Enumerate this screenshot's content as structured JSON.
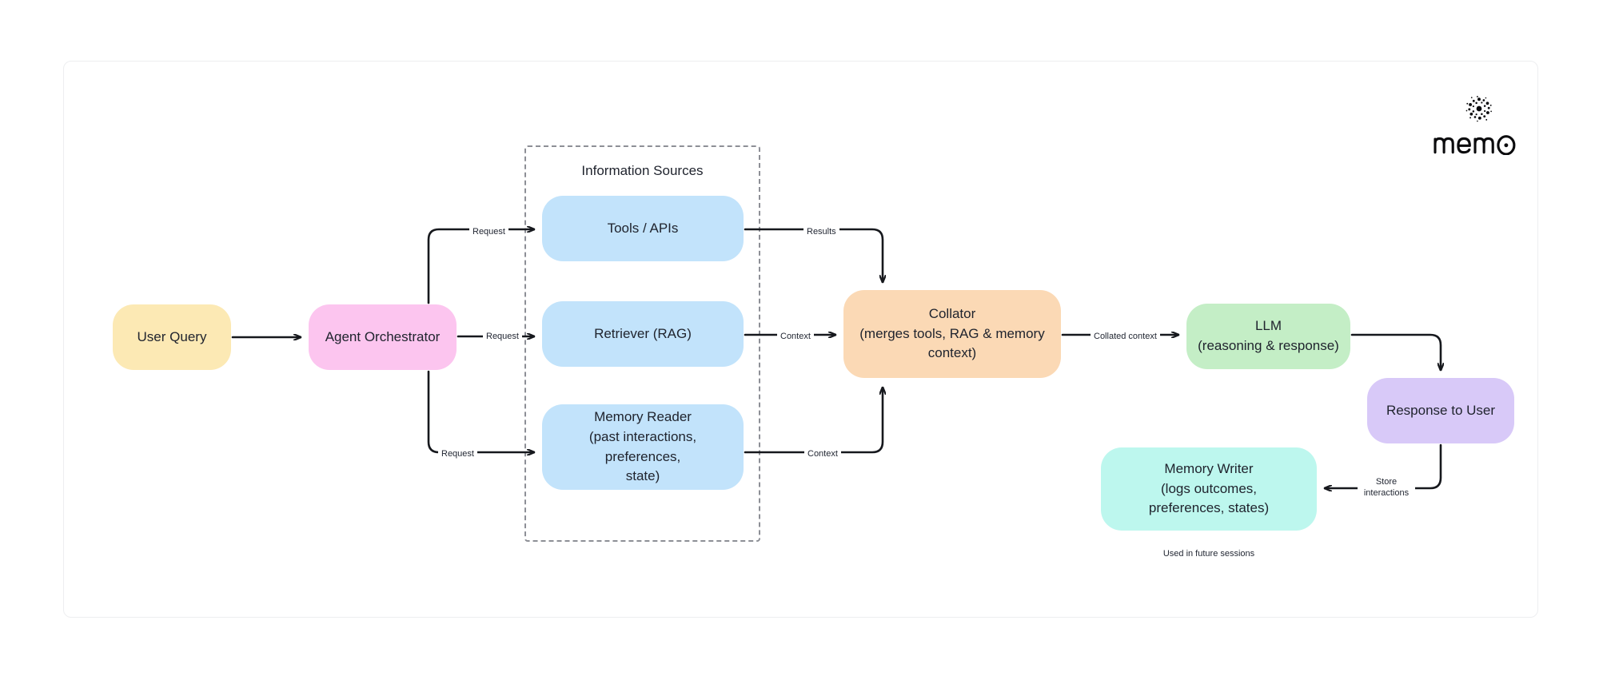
{
  "diagram": {
    "title": "Agent memory architecture flow",
    "background": "#ffffff",
    "frame_border_color": "#edeef0"
  },
  "brand": {
    "wordmark": "mem0",
    "mark_icon": "dotted-burst-icon",
    "color": "#0b0b0d"
  },
  "group": {
    "information_sources": {
      "title": "Information Sources",
      "border_style": "dashed",
      "border_color": "#8d8f96"
    }
  },
  "nodes": {
    "user_query": {
      "label": "User Query",
      "color": "#fce9b4"
    },
    "agent_orchestrator": {
      "label": "Agent Orchestrator",
      "color": "#fcc5ef"
    },
    "tools_apis": {
      "label": "Tools / APIs",
      "color": "#c2e3fb"
    },
    "retriever_rag": {
      "label": "Retriever (RAG)",
      "color": "#c2e3fb"
    },
    "memory_reader": {
      "label": "Memory Reader\n(past interactions, preferences,\nstate)",
      "color": "#c2e3fb"
    },
    "collator": {
      "label": "Collator\n(merges tools, RAG & memory\ncontext)",
      "color": "#fbd9b5"
    },
    "llm": {
      "label": "LLM\n(reasoning & response)",
      "color": "#c4eec6"
    },
    "response_to_user": {
      "label": "Response to User",
      "color": "#d8c9f8"
    },
    "memory_writer": {
      "label": "Memory Writer\n(logs outcomes,\npreferences, states)",
      "color": "#bdf7ee"
    }
  },
  "edges": {
    "user_to_orchestrator": {
      "label": ""
    },
    "orchestrator_to_tools": {
      "label": "Request"
    },
    "orchestrator_to_retriever": {
      "label": "Request"
    },
    "orchestrator_to_memory_reader": {
      "label": "Request"
    },
    "tools_to_collator": {
      "label": "Results"
    },
    "retriever_to_collator": {
      "label": "Context"
    },
    "memory_reader_to_collator": {
      "label": "Context"
    },
    "collator_to_llm": {
      "label": "Collated context"
    },
    "llm_to_response": {
      "label": ""
    },
    "response_to_memory_writer": {
      "label": "Store\ninteractions"
    }
  },
  "footnotes": {
    "future_sessions": "Used in future sessions"
  }
}
